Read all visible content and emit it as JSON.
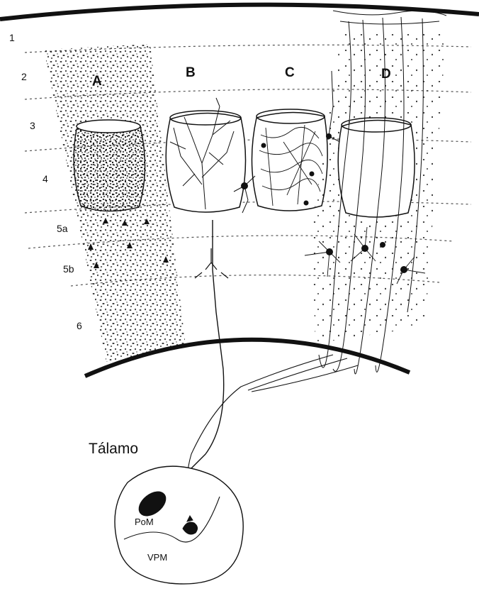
{
  "layers": [
    {
      "id": "1",
      "label": "1"
    },
    {
      "id": "2",
      "label": "2"
    },
    {
      "id": "3",
      "label": "3"
    },
    {
      "id": "4",
      "label": "4"
    },
    {
      "id": "5a",
      "label": "5a"
    },
    {
      "id": "5b",
      "label": "5b"
    },
    {
      "id": "6",
      "label": "6"
    }
  ],
  "columns": [
    {
      "id": "A",
      "label": "A"
    },
    {
      "id": "B",
      "label": "B"
    },
    {
      "id": "C",
      "label": "C"
    },
    {
      "id": "D",
      "label": "D"
    }
  ],
  "thalamus": {
    "title": "Tálamo",
    "nuclei": [
      {
        "id": "pom",
        "label": "PoM"
      },
      {
        "id": "vpm",
        "label": "VPM"
      }
    ]
  },
  "colors": {
    "ink": "#111111",
    "paper": "#ffffff",
    "layer_boundary": "#555555"
  }
}
